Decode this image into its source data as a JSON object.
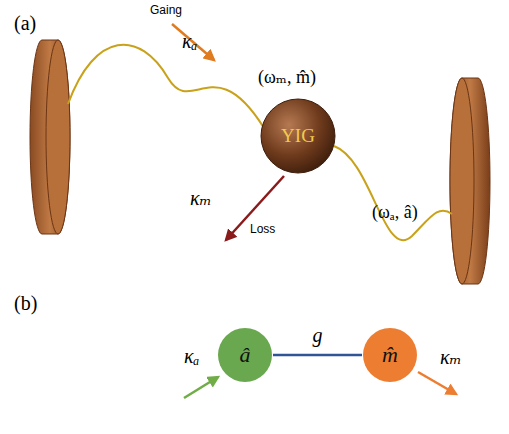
{
  "diagram": {
    "nodes": [
      {
        "text": [
          "YIG"
        ]
      },
      {
        "text": [
          "â"
        ]
      },
      {
        "text": [
          "m̂"
        ]
      }
    ],
    "edges": [
      {
        "from": 1,
        "to": 2,
        "arrow": "none",
        "label": "g"
      }
    ],
    "labels": [
      "(a)",
      "Gaing",
      "κₐ",
      "(ωₘ, m̂)",
      "κₘ",
      "Loss",
      "(ωₐ, â)",
      "(b)",
      "κₐ",
      "κₘ"
    ]
  }
}
